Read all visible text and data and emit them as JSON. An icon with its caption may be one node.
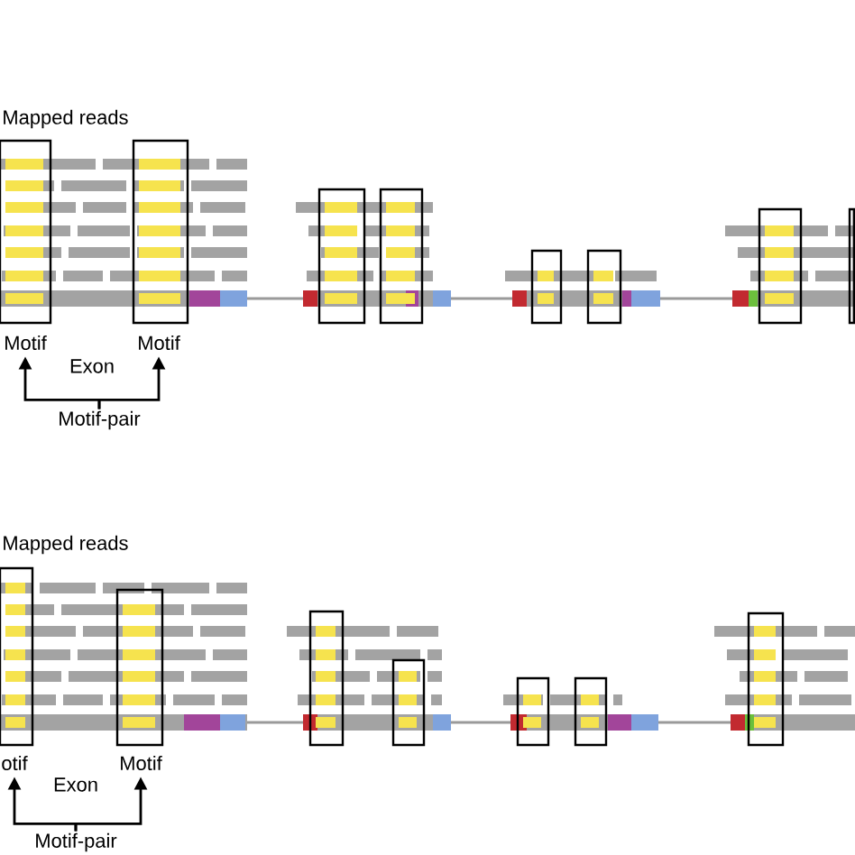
{
  "diagram": {
    "nodes": [
      {
        "text": [
          "Motif"
        ]
      },
      {
        "text": [
          "Motif"
        ]
      },
      {
        "text": [
          "Motif-pair"
        ]
      },
      {
        "text": [
          "otif"
        ]
      },
      {
        "text": [
          "Motif"
        ]
      },
      {
        "text": [
          "Motif-pair"
        ]
      }
    ],
    "edges": [
      {
        "from": 2,
        "to": 0,
        "arrow": "to"
      },
      {
        "from": 2,
        "to": 1,
        "arrow": "to"
      },
      {
        "from": 5,
        "to": 3,
        "arrow": "to"
      },
      {
        "from": 5,
        "to": 4,
        "arrow": "to"
      }
    ],
    "labels": [
      "Mapped reads",
      "Exon",
      "Mapped reads",
      "Exon"
    ]
  }
}
